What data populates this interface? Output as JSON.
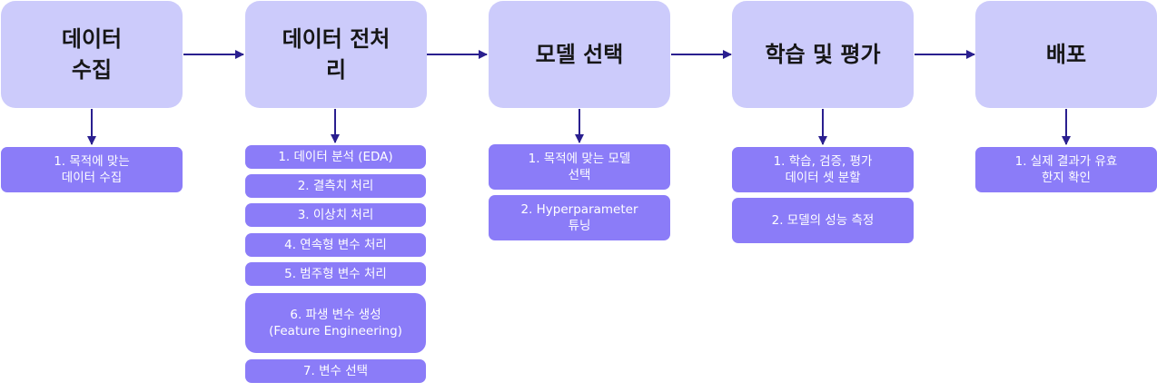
{
  "colors": {
    "stage_fill": "#cccbfb",
    "step_fill": "#8b7cf8",
    "arrow": "#2a1f8f"
  },
  "stages": [
    {
      "title": "데이터\n수집",
      "steps": [
        "1. 목적에 맞는\n데이터 수집"
      ]
    },
    {
      "title": "데이터 전처\n리",
      "steps": [
        "1. 데이터 분석 (EDA)",
        "2. 결측치 처리",
        "3. 이상치 처리",
        "4. 연속형 변수 처리",
        "5. 범주형 변수 처리",
        "6. 파생 변수 생성\n(Feature Engineering)",
        "7. 변수 선택"
      ]
    },
    {
      "title": "모델 선택",
      "steps": [
        "1. 목적에 맞는 모델\n선택",
        "2. Hyperparameter\n튜닝"
      ]
    },
    {
      "title": "학습 및 평가",
      "steps": [
        "1. 학습, 검증, 평가\n데이터 셋 분할",
        "2. 모델의 성능 측정"
      ]
    },
    {
      "title": "배포",
      "steps": [
        "1. 실제 결과가 유효\n한지 확인"
      ]
    }
  ]
}
